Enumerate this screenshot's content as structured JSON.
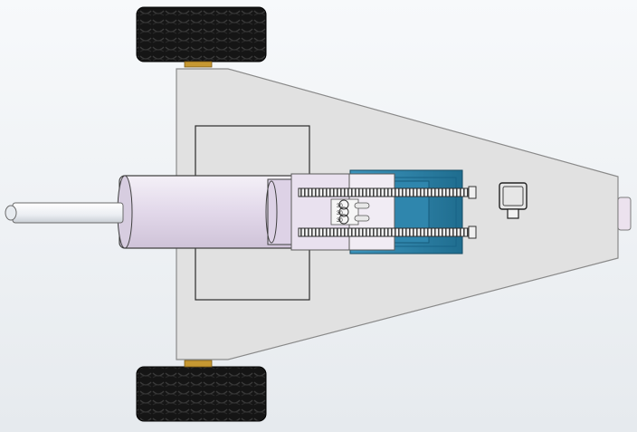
{
  "scene": {
    "description_free": true,
    "background_top": "#f7f9fb",
    "background_bottom": "#e6eaee",
    "chassis_color": "#e1e1e1",
    "bracket_color": "#2a7fa5",
    "cylinder_color": "#e3dbe9",
    "tire_color": "#121212",
    "hub_color": "#c69832"
  },
  "labels": {
    "gear_text": [
      "30",
      "30",
      "30"
    ]
  }
}
